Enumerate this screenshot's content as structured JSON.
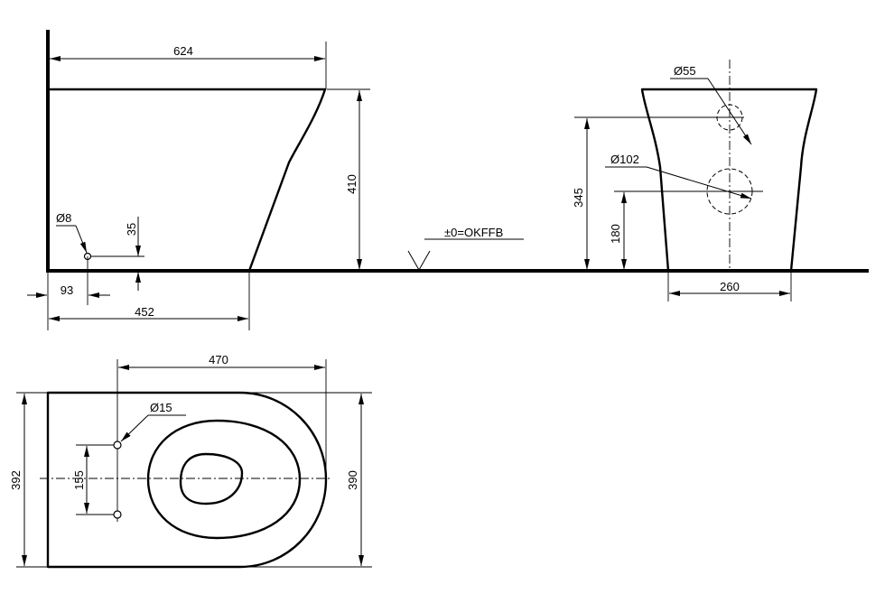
{
  "side_view": {
    "width_total": "624",
    "height": "410",
    "inlet_diameter": "Ø8",
    "inlet_height": "35",
    "inlet_offset": "93",
    "foot_length": "452",
    "floor_ref": "±0=OKFFB"
  },
  "front_view": {
    "upper_diameter": "Ø55",
    "lower_diameter": "Ø102",
    "upper_height": "345",
    "lower_height": "180",
    "base_width": "260"
  },
  "top_view": {
    "length": "470",
    "bolt_diameter": "Ø15",
    "bolt_spacing": "155",
    "width_outer": "392",
    "width_inner": "390"
  }
}
